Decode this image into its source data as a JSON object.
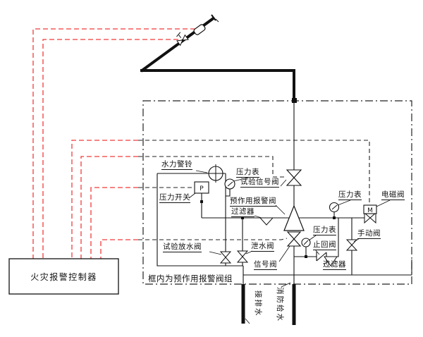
{
  "labels": {
    "bell": "水力警铃",
    "gauge1": "压力表",
    "test_signal_valve": "试验信号阀",
    "pressure_switch": "压力开关",
    "preaction_valve": "预作用报警阀",
    "strainer1": "过滤器",
    "gauge2": "压力表",
    "solenoid_valve": "电磁阀",
    "gauge3": "压力表",
    "check_valve": "止回阀",
    "manual_valve": "手动阀",
    "strainer2": "过滤器",
    "test_drain_valve": "试验放水阀",
    "drain_valve": "泄水阀",
    "signal_valve": "信号阀",
    "frame_note": "框内为预作用报警阀组",
    "control_panel": "火灾报警控制器",
    "drain_pipe": "接排水",
    "supply_pipe": "消防给水",
    "solenoid_letter": "M",
    "pressure_switch_letter": "P"
  },
  "colors": {
    "wire_red": "#f23b3b",
    "line_black": "#111111",
    "background": "#ffffff"
  }
}
